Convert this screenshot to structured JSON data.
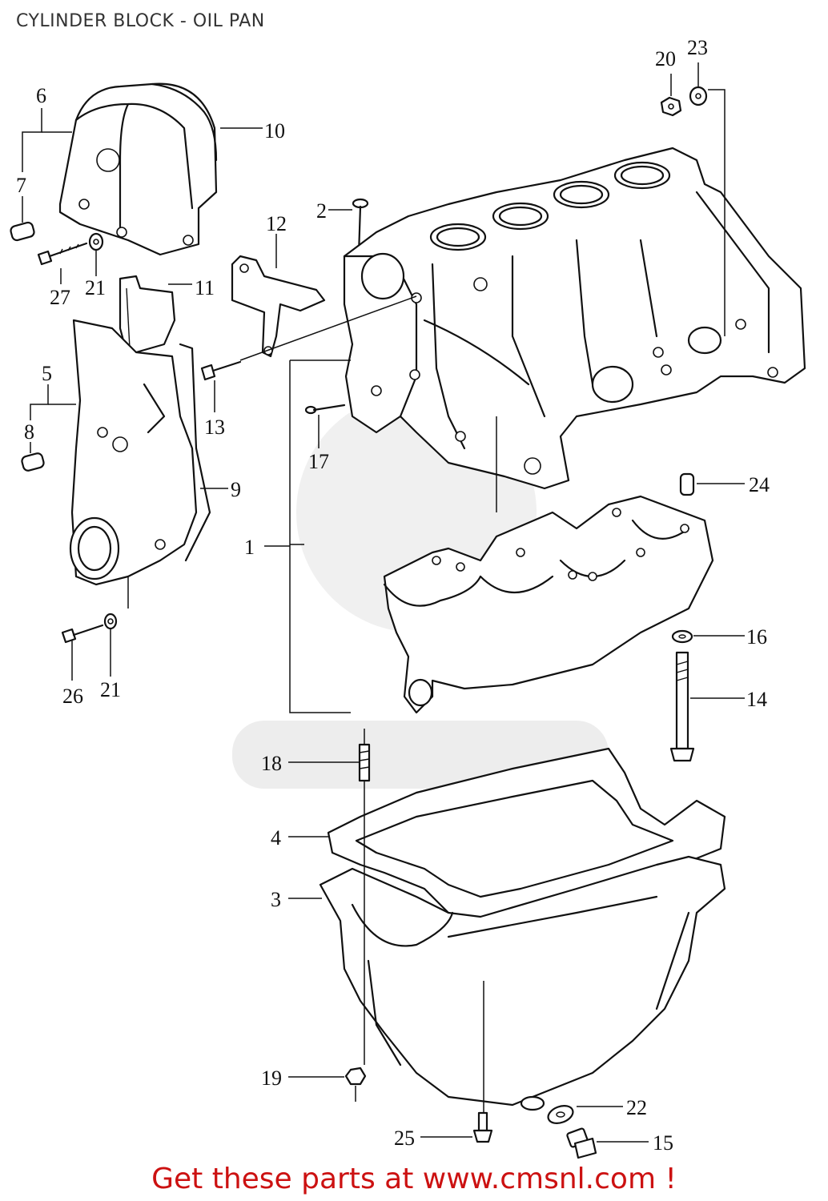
{
  "title": "CYLINDER BLOCK - OIL PAN",
  "footer": "Get these parts at www.cmsnl.com !",
  "colors": {
    "footer": "#cc1111",
    "line": "#111111",
    "watermark": "#e6e6e6"
  },
  "callouts": {
    "c1": "1",
    "c2": "2",
    "c3": "3",
    "c4": "4",
    "c5": "5",
    "c6": "6",
    "c7": "7",
    "c8": "8",
    "c9": "9",
    "c10": "10",
    "c11": "11",
    "c12": "12",
    "c13": "13",
    "c14": "14",
    "c15": "15",
    "c16": "16",
    "c17": "17",
    "c18": "18",
    "c19": "19",
    "c20": "20",
    "c21a": "21",
    "c21b": "21",
    "c22": "22",
    "c23": "23",
    "c24": "24",
    "c25": "25",
    "c26": "26",
    "c27": "27"
  }
}
